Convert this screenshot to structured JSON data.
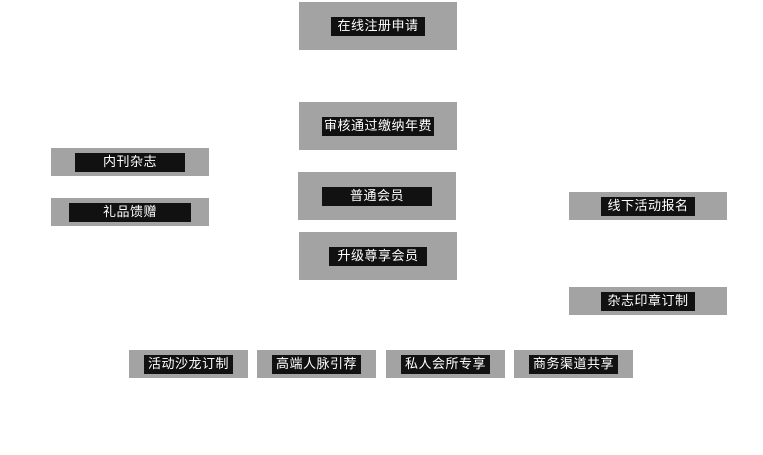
{
  "nodes": {
    "register_online": "在线注册申请",
    "review_pay_fee": "审核通过缴纳年费",
    "regular_member": "普通会员",
    "upgrade_premium": "升级尊享会员",
    "internal_magazine": "内刊杂志",
    "gift_present": "礼品馈赠",
    "offline_event_signup": "线下活动报名",
    "magazine_seal_custom": "杂志印章订制",
    "event_salon_custom": "活动沙龙订制",
    "highend_network": "高端人脉引荐",
    "private_club_exclusive": "私人会所专享",
    "business_channel_share": "商务渠道共享"
  }
}
